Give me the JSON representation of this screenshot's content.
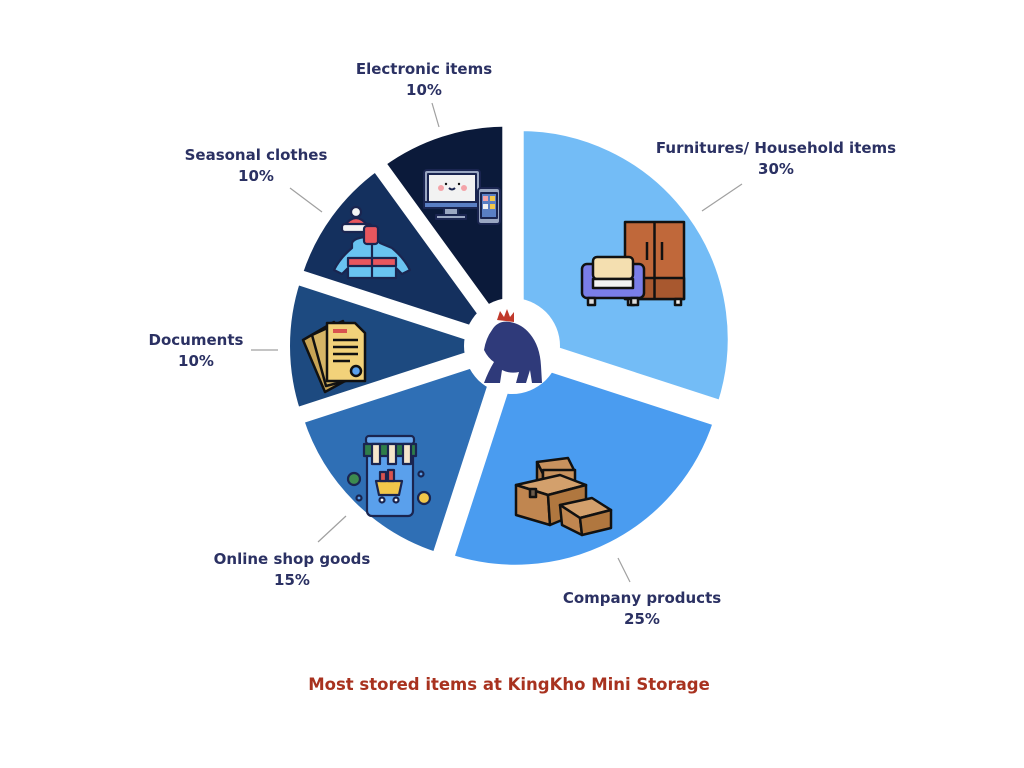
{
  "chart_data": {
    "type": "pie",
    "title": "Most stored items at KingKho Mini Storage",
    "start_angle_deg": -90,
    "direction": "clockwise",
    "slices": [
      {
        "label": "Furnitures/ Household items",
        "value": 30,
        "value_label": "30%",
        "color": "#73bcf6",
        "icon": "furniture-icon"
      },
      {
        "label": "Company products",
        "value": 25,
        "value_label": "25%",
        "color": "#4a9cf0",
        "icon": "boxes-icon"
      },
      {
        "label": "Online shop goods",
        "value": 15,
        "value_label": "15%",
        "color": "#2f6fb5",
        "icon": "online-shop-icon"
      },
      {
        "label": "Documents",
        "value": 10,
        "value_label": "10%",
        "color": "#1d4a80",
        "icon": "documents-icon"
      },
      {
        "label": "Seasonal clothes",
        "value": 10,
        "value_label": "10%",
        "color": "#14305e",
        "icon": "winter-jacket-icon"
      },
      {
        "label": "Electronic items",
        "value": 10,
        "value_label": "10%",
        "color": "#0b1a3a",
        "icon": "computer-phone-icon"
      }
    ],
    "center_logo": "gorilla-crown-logo",
    "legend": "none (direct labels with leader lines)"
  },
  "labels": {
    "furniture": {
      "name": "Furnitures/ Household items",
      "pct": "30%"
    },
    "company": {
      "name": "Company products",
      "pct": "25%"
    },
    "online": {
      "name": "Online shop goods",
      "pct": "15%"
    },
    "documents": {
      "name": "Documents",
      "pct": "10%"
    },
    "seasonal": {
      "name": "Seasonal clothes",
      "pct": "10%"
    },
    "electronic": {
      "name": "Electronic items",
      "pct": "10%"
    }
  },
  "title": "Most stored items at KingKho Mini Storage",
  "colors": {
    "label_text": "#2b3163",
    "title_text": "#a8321f",
    "leader_line": "#a0a0a0",
    "logo": "#2f3a7a",
    "crown": "#c0392b"
  }
}
